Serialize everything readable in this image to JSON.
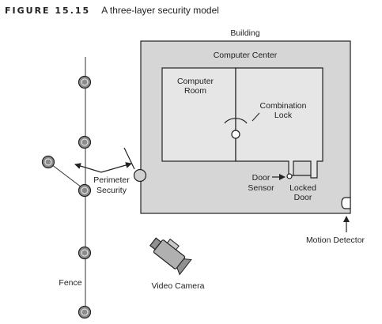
{
  "caption": {
    "figure_label": "FIGURE 15.15",
    "title": "A three-layer security model"
  },
  "labels": {
    "building": "Building",
    "computer_center": "Computer Center",
    "computer_room_line1": "Computer",
    "computer_room_line2": "Room",
    "combination_lock_line1": "Combination",
    "combination_lock_line2": "Lock",
    "door_sensor_line1": "Door",
    "door_sensor_line2": "Sensor",
    "locked_door_line1": "Locked",
    "locked_door_line2": "Door",
    "motion_detector": "Motion Detector",
    "perimeter_security_line1": "Perimeter",
    "perimeter_security_line2": "Security",
    "fence": "Fence",
    "video_camera": "Video Camera"
  },
  "colors": {
    "building_fill": "#d6d6d6",
    "room_fill": "#e6e6e6",
    "stroke": "#222222",
    "post_fill": "#8c8c8c",
    "camera_fill": "#b0b0b0"
  },
  "icons": {
    "fence_post": "fence-post-icon",
    "video_camera": "video-camera-icon",
    "motion_detector": "motion-detector-icon",
    "combination_lock": "combination-lock-icon",
    "perimeter_sensor": "perimeter-sensor-icon",
    "door_sensor": "door-sensor-icon"
  }
}
